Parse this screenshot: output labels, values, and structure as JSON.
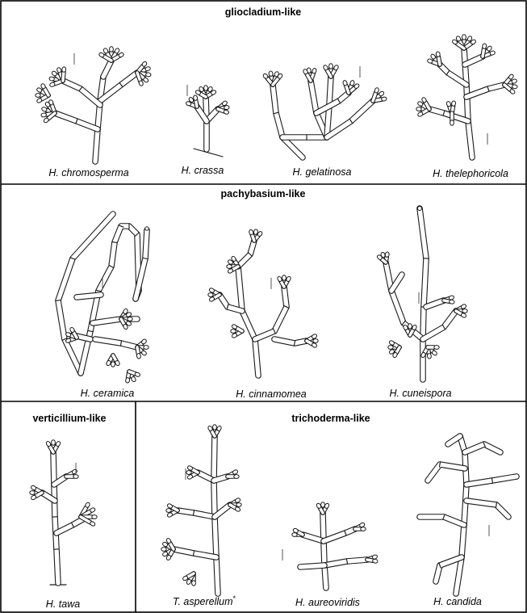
{
  "sections": {
    "gliocladium": {
      "title": "gliocladium-like"
    },
    "pachybasium": {
      "title": "pachybasium-like"
    },
    "verticillium": {
      "title": "verticillium-like"
    },
    "trichoderma": {
      "title": "trichoderma-like"
    }
  },
  "species": {
    "chromosperma": "H. chromosperma",
    "crassa": "H. crassa",
    "gelatinosa": "H. gelatinosa",
    "thelephoricola": "H. thelephoricola",
    "ceramica": "H. ceramica",
    "cinnamomea": "H. cinnamomea",
    "cuneispora": "H. cuneispora",
    "tawa": "H. tawa",
    "asperellum": "T. asperellum",
    "aureoviridis": "H. aureoviridis",
    "candida": "H. candida"
  },
  "asperellum_marker": "*"
}
